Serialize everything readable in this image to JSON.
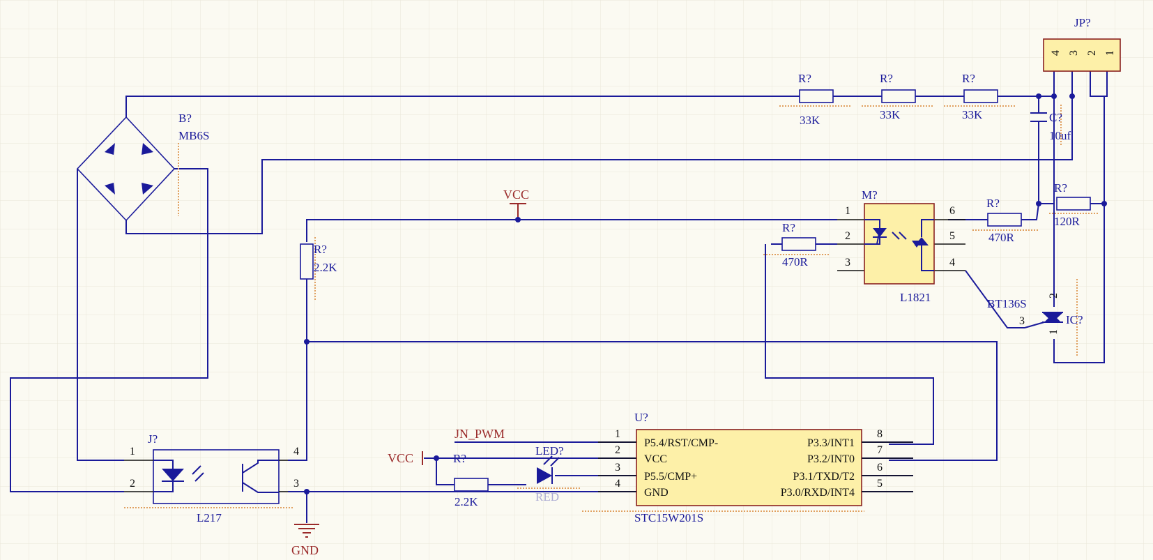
{
  "ports": {
    "jn_pwm": "JN_PWM",
    "vcc_top": "VCC",
    "vcc_left": "VCC",
    "gnd": "GND"
  },
  "bridge": {
    "designator": "B?",
    "part": "MB6S"
  },
  "connector_jp": {
    "designator": "JP?",
    "pins": [
      "4",
      "3",
      "2",
      "1"
    ]
  },
  "resistors": {
    "r_33k_1": {
      "designator": "R?",
      "value": "33K"
    },
    "r_33k_2": {
      "designator": "R?",
      "value": "33K"
    },
    "r_33k_3": {
      "designator": "R?",
      "value": "33K"
    },
    "r_2_2k_vert": {
      "designator": "R?",
      "value": "2.2K"
    },
    "r_470_left": {
      "designator": "R?",
      "value": "470R"
    },
    "r_470_right": {
      "designator": "R?",
      "value": "470R"
    },
    "r_120": {
      "designator": "R?",
      "value": "120R"
    },
    "r_2_2k_led": {
      "designator": "R?",
      "value": "2.2K"
    }
  },
  "capacitor": {
    "designator": "C?",
    "value": "10uf"
  },
  "optotriac": {
    "designator": "M?",
    "part": "L1821",
    "pins": [
      "1",
      "2",
      "3",
      "6",
      "5",
      "4"
    ]
  },
  "triac": {
    "designator": "IC?",
    "part": "BT136S",
    "pins": [
      "2",
      "3",
      "1"
    ]
  },
  "optocoupler": {
    "designator": "J?",
    "part": "L217",
    "pins": [
      "1",
      "2",
      "4",
      "3"
    ]
  },
  "led": {
    "designator": "LED?",
    "part": "RED"
  },
  "mcu": {
    "designator": "U?",
    "part": "STC15W201S",
    "left_pins": [
      {
        "num": "1",
        "name": "P5.4/RST/CMP-"
      },
      {
        "num": "2",
        "name": "VCC"
      },
      {
        "num": "3",
        "name": "P5.5/CMP+"
      },
      {
        "num": "4",
        "name": "GND"
      }
    ],
    "right_pins": [
      {
        "num": "8",
        "name": "P3.3/INT1"
      },
      {
        "num": "7",
        "name": "P3.2/INT0"
      },
      {
        "num": "6",
        "name": "P3.1/TXD/T2"
      },
      {
        "num": "5",
        "name": "P3.0/RXD/INT4"
      }
    ]
  },
  "colors": {
    "wire": "#1a1a9a",
    "power": "#9a2a2a",
    "chip_fill": "#fdf0a8",
    "grid": "#e9e6d8"
  }
}
